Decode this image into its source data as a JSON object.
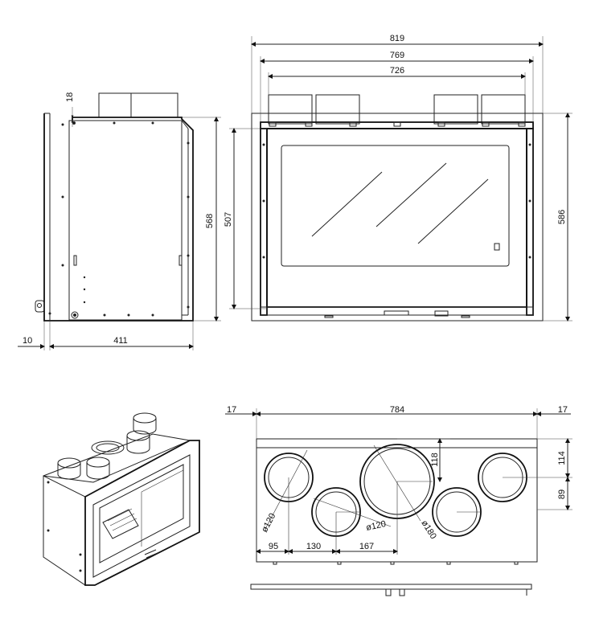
{
  "side_view": {
    "dim_top_offset": "18",
    "dim_height": "568",
    "dim_depth": "411",
    "dim_back_offset": "10"
  },
  "front_view": {
    "dim_overall_width": "819",
    "dim_width_2": "769",
    "dim_width_3": "726",
    "dim_glass_height": "507",
    "dim_overall_height": "586"
  },
  "top_view": {
    "dim_left_margin": "17",
    "dim_width": "784",
    "dim_right_margin": "17",
    "dim_outlet_depth": "118",
    "dim_right_upper": "114",
    "dim_right_lower": "89",
    "dia_left": "ø120",
    "dia_middle": "ø120",
    "dia_large": "ø180",
    "dim_bottom_1": "95",
    "dim_bottom_2": "130",
    "dim_bottom_3": "167"
  }
}
